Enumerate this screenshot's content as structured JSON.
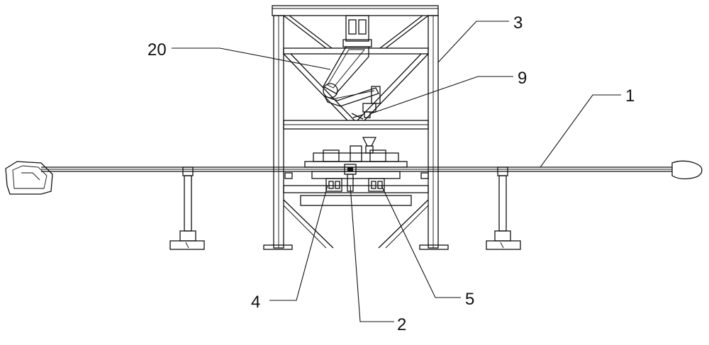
{
  "labels": {
    "l1": "1",
    "l2": "2",
    "l3": "3",
    "l4": "4",
    "l5": "5",
    "l9": "9",
    "l20": "20"
  }
}
